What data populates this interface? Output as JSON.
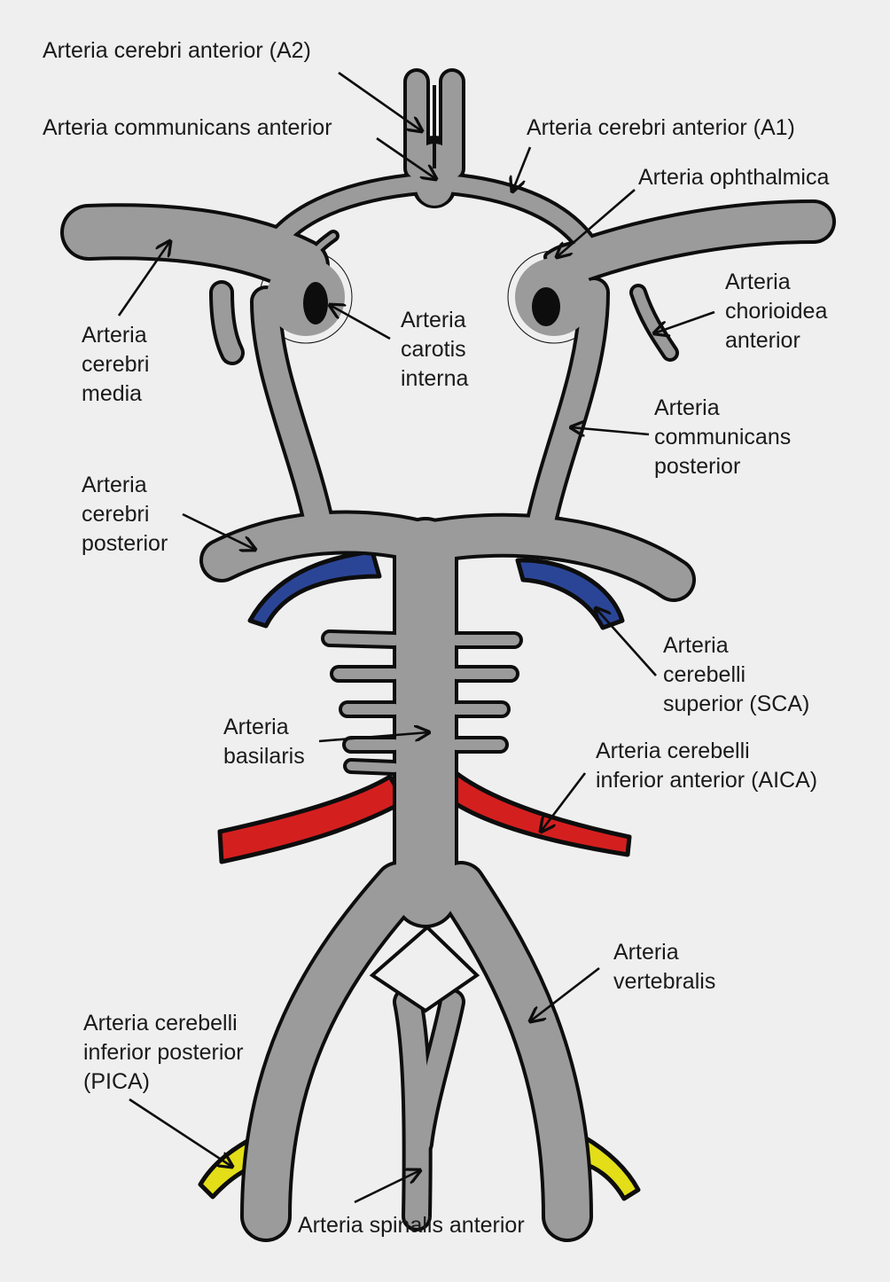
{
  "figure": {
    "background": "#efefef",
    "colors": {
      "vessel": "#9b9b9b",
      "outline": "#0d0d0d",
      "sca": "#2b4596",
      "aica": "#d41f1f",
      "pica": "#e3de18"
    },
    "labels": {
      "a2": "Arteria cerebri anterior (A2)",
      "acom": "Arteria communicans anterior",
      "a1": "Arteria cerebri anterior (A1)",
      "ophthalmica": "Arteria ophthalmica",
      "mca": "Arteria\ncerebri\nmedia",
      "carotis": "Arteria\ncarotis\ninterna",
      "chorioidea": "Arteria\nchorioidea\nanterior",
      "pcom": "Arteria\ncommunicans\nposterior",
      "pca": "Arteria\ncerebri\nposterior",
      "sca": "Arteria\ncerebelli\nsuperior (SCA)",
      "basilaris": "Arteria\nbasilaris",
      "aica": "Arteria cerebelli\ninferior anterior (AICA)",
      "vertebralis": "Arteria\nvertebralis",
      "pica": "Arteria cerebelli\ninferior posterior\n(PICA)",
      "spinalis": "Arteria spinalis anterior"
    }
  }
}
